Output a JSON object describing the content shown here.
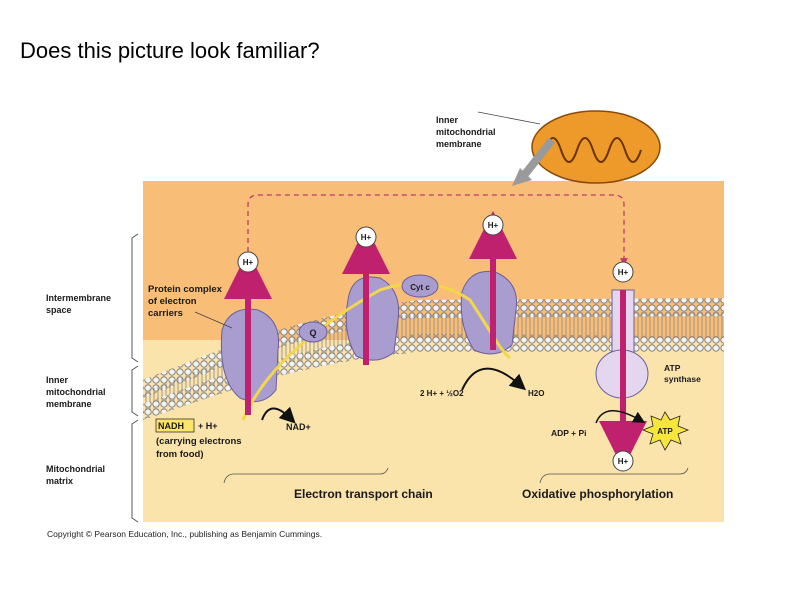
{
  "slide": {
    "title": "Does this picture look familiar?"
  },
  "diagram": {
    "callout_inner_membrane": [
      "Inner",
      "mitochondrial",
      "membrane"
    ],
    "left_labels": {
      "intermembrane": [
        "Intermembrane",
        "space"
      ],
      "inner_membrane": [
        "Inner",
        "mitochondrial",
        "membrane"
      ],
      "matrix": [
        "Mitochondrial",
        "matrix"
      ]
    },
    "protein_complex": [
      "Protein complex",
      "of electron",
      "carriers"
    ],
    "carrier_q": "Q",
    "carrier_cytc": "Cyt c",
    "proton": "H+",
    "nadh": "NADH",
    "plus_h": "+ H+",
    "nad_plus": "NAD+",
    "carrying": [
      "(carrying electrons",
      "from food)"
    ],
    "water_reaction_left": "2 H+ + ½O2",
    "water_reaction_right": "H2O",
    "atp_synthase": [
      "ATP",
      "synthase"
    ],
    "adp": "ADP + Pi",
    "atp": "ATP",
    "etc_label": "Electron transport chain",
    "oxphos_label": "Oxidative phosphorylation",
    "copyright": "Copyright © Pearson Education, Inc., publishing as Benjamin Cummings."
  },
  "colors": {
    "intermembrane": "#F8BE78",
    "matrix": "#FBE4AC",
    "protein": "#A99DD0",
    "proton_arrow": "#C0216E",
    "mitochondrion": "#EE9A2A",
    "dashed_path": "#C23A6A"
  }
}
